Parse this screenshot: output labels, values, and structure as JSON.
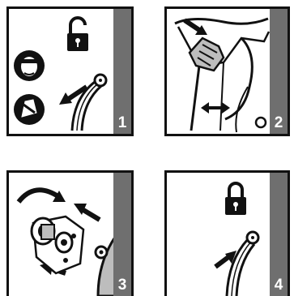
{
  "panels": [
    {
      "step": "1",
      "icons": [
        "unlocked-padlock-icon",
        "driver-face-icon",
        "seat-belt-icon",
        "push-arrow-icon"
      ]
    },
    {
      "step": "2",
      "icons": [
        "push-arrow-icon",
        "adjust-double-arrow-icon"
      ]
    },
    {
      "step": "3",
      "icons": [
        "rotate-arrow-icon",
        "push-arrow-icon"
      ]
    },
    {
      "step": "4",
      "icons": [
        "locked-padlock-icon",
        "push-arrow-icon"
      ]
    }
  ],
  "colors": {
    "border": "#111111",
    "strip": "#6f6f6f",
    "step_number": "#ffffff",
    "seat_fill": "#bdbdbd"
  }
}
